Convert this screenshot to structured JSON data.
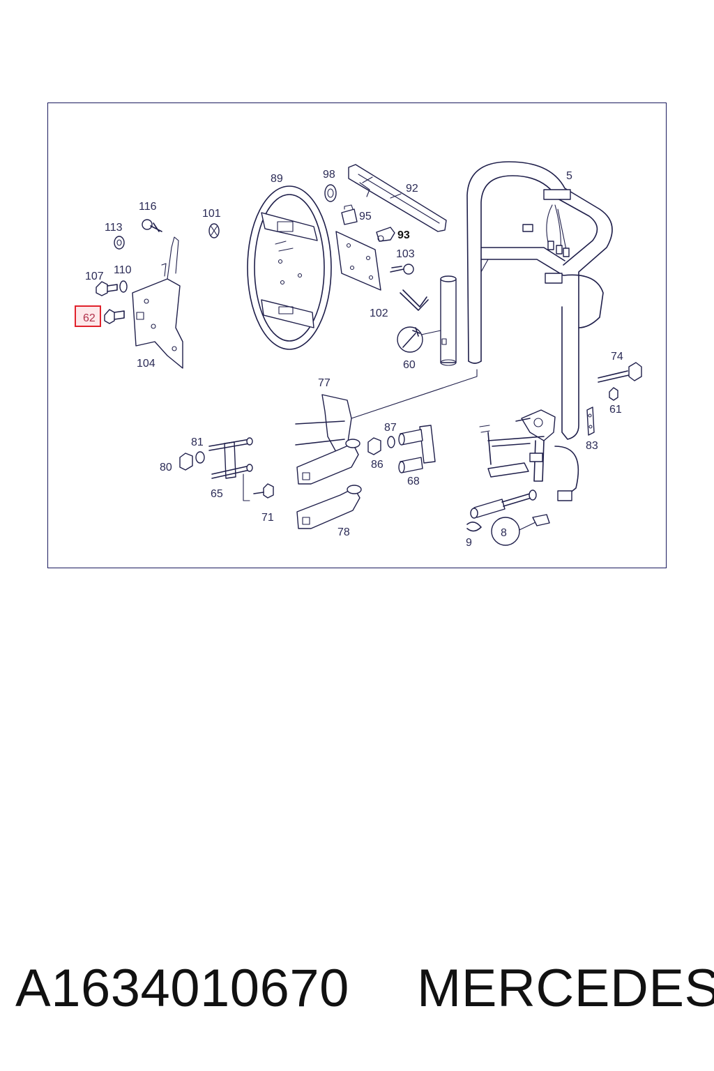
{
  "diagram": {
    "labels": {
      "p5": "5",
      "p8": "8",
      "p9": "9",
      "p60": "60",
      "p61": "61",
      "p62": "62",
      "p65": "65",
      "p68": "68",
      "p71": "71",
      "p74": "74",
      "p77": "77",
      "p78": "78",
      "p80": "80",
      "p81": "81",
      "p83": "83",
      "p86": "86",
      "p87": "87",
      "p89": "89",
      "p92": "92",
      "p93": "93",
      "p95": "95",
      "p98": "98",
      "p101": "101",
      "p102": "102",
      "p103": "103",
      "p104": "104",
      "p107": "107",
      "p110": "110",
      "p113": "113",
      "p116": "116"
    },
    "highlighted_part": "62",
    "highlight_color": "#e0212b"
  },
  "footer": {
    "part_number": "A1634010670",
    "brand": "MERCEDES"
  }
}
